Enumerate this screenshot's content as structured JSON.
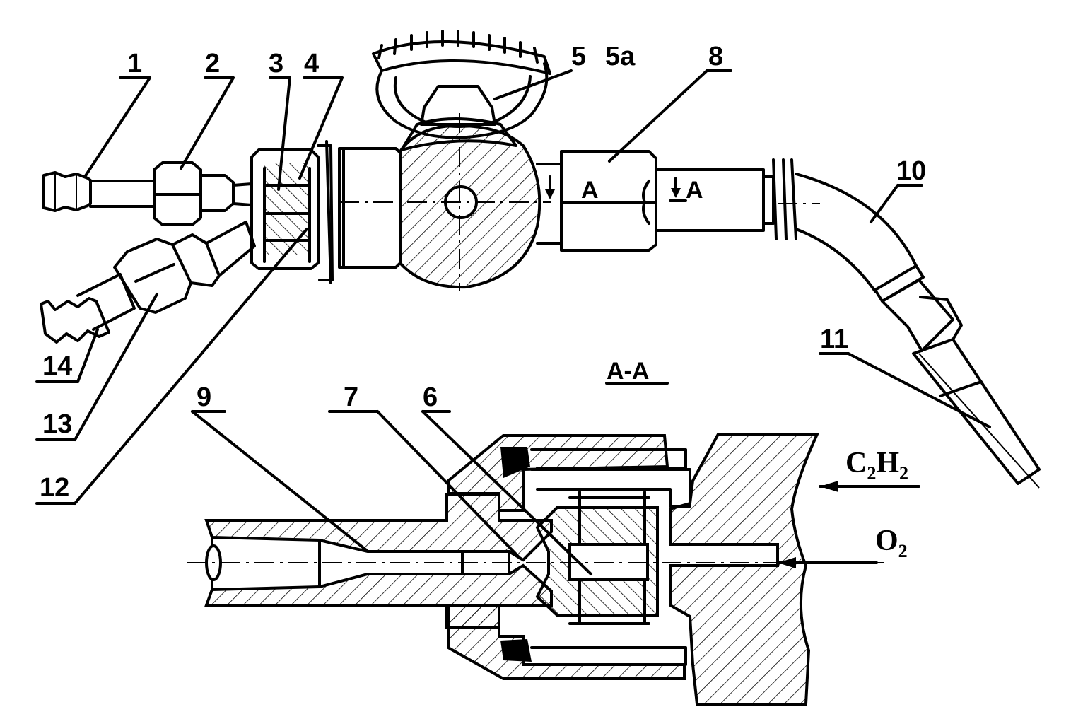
{
  "callouts": {
    "c1": "1",
    "c2": "2",
    "c3": "3",
    "c4": "4",
    "c5": "5",
    "c5a": "5a",
    "c8": "8",
    "c10": "10",
    "c11": "11",
    "c12": "12",
    "c13": "13",
    "c14": "14",
    "c9": "9",
    "c7": "7",
    "c6": "6"
  },
  "section_marks": {
    "left": "A",
    "right": "A"
  },
  "section_title": "A-A",
  "gas": {
    "acetylene_main": "C",
    "acetylene_sub1": "2",
    "acetylene_mid": "H",
    "acetylene_sub2": "2",
    "oxygen_main": "O",
    "oxygen_sub": "2"
  },
  "colors": {
    "ink": "#000000",
    "paper": "#ffffff"
  }
}
